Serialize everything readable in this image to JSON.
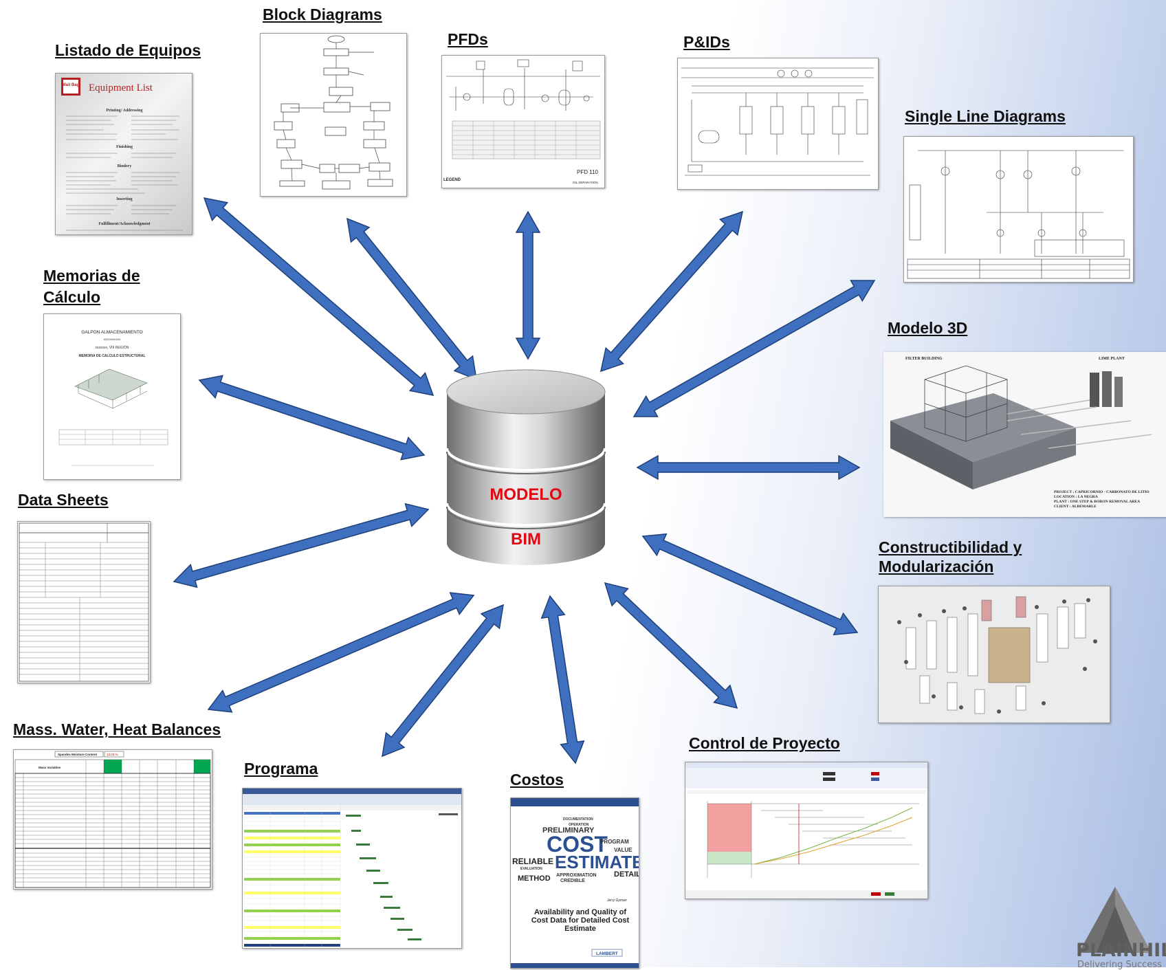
{
  "center": {
    "line1": "MODELO",
    "line2": "BIM"
  },
  "labels": {
    "block_diagrams": "Block Diagrams",
    "pfds": "PFDs",
    "pids": "P&IDs",
    "listado_equipos": "Listado de Equipos",
    "single_line": "Single Line Diagrams",
    "memorias_line1": "Memorias de",
    "memorias_line2": "Cálculo",
    "modelo_3d": "Modelo 3D",
    "data_sheets": "Data Sheets",
    "construct_line1": "Constructibilidad y",
    "construct_line2": "Modularización",
    "balances": "Mass. Water, Heat Balances",
    "programa": "Programa",
    "costos": "Costos",
    "control": "Control de Proyecto"
  },
  "thumbs": {
    "equipment_list": {
      "brand": "Mail Bag",
      "title": "Equipment List",
      "sections": [
        "Printing/ Addressing",
        "Finishing",
        "Bindery",
        "Inserting",
        "Fulfillment/Acknowledgment"
      ]
    },
    "pfd": {
      "code": "PFD 110",
      "legend": "LEGEND",
      "sub": "OIL SEPARATION"
    },
    "memoria": {
      "line1": "GALPON ALMACENAMIENTO",
      "line2": "xxxxxxxxxxx",
      "line3": "xxxxxxx, VIII REGIÓN",
      "line4": "MEMORIA DE CALCULO ESTRUCTURAL"
    },
    "modelo3d": {
      "left_tag": "FILTER BUILDING",
      "right_tag": "LIME PLANT",
      "project": "PROJECT : CAPRICORNIO - CARBONATO DE LITIO",
      "location": "LOCATION : LA NEGRA",
      "plant": "PLANT : ONE STEP & BORON REMOVAL AREA",
      "client": "CLIENT : ALBEMARLE"
    },
    "balances": {
      "header": "Spandex Moisture Content",
      "value": "13.03 %",
      "col": "Mass Variables"
    },
    "costos": {
      "w1": "DOCUMENTATION",
      "w2": "OPERATION",
      "w3": "PRELIMINARY",
      "w4": "COST",
      "w5": "PROGRAM",
      "w6": "RELIABLE",
      "w7": "ESTIMATE",
      "w8": "VALUE",
      "w9": "EVALUATION",
      "w10": "METHOD",
      "w11": "APPROXIMATION",
      "w12": "CREDIBLE",
      "w13": "DETAIL",
      "author": "Jerry Gyman",
      "title": "Availability and Quality of Cost Data for Detailed Cost Estimate",
      "publisher": "LAMBERT"
    }
  },
  "logo": {
    "name": "PLAINHILL",
    "tagline": "Delivering Success"
  },
  "colors": {
    "arrow": "#3f6fbf",
    "arrow_stroke": "#1d3f7a",
    "center_text": "#e30613"
  }
}
